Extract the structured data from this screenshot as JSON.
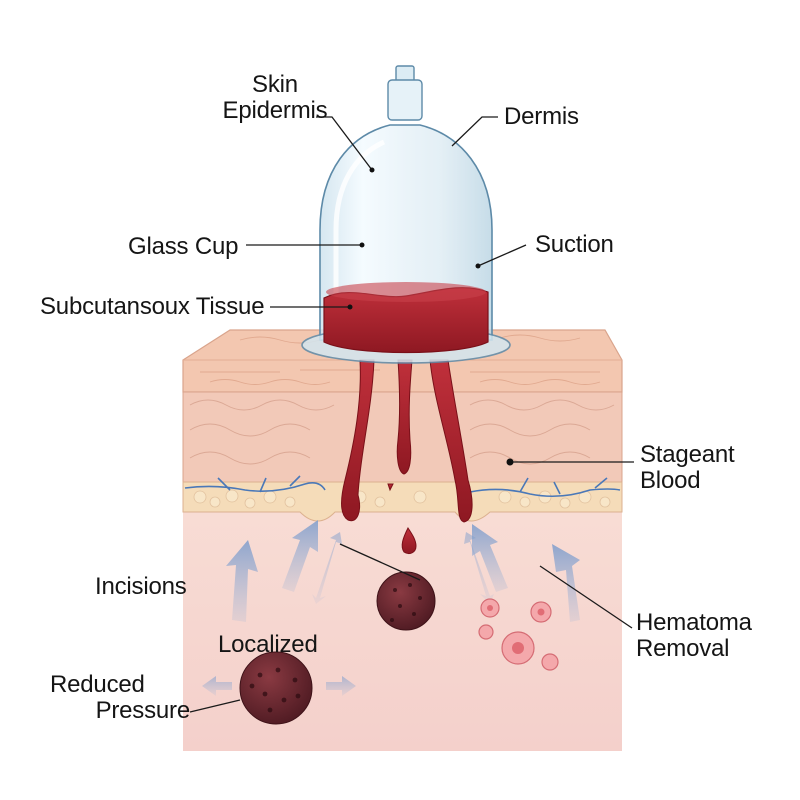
{
  "labels": {
    "skin": "Skin",
    "epidermis": "Epidermis",
    "dermis": "Dermis",
    "glass_cup": "Glass Cup",
    "suction": "Suction",
    "subcutaneous": "Subcutansoux Tissue",
    "stagnant_line1": "Stageant",
    "stagnant_line2": "Blood",
    "incisions": "Incisions",
    "localized": "Localized",
    "reduced_line1": "Reduced",
    "reduced_line2": "Pressure",
    "hematoma_line1": "Hematoma",
    "hematoma_line2": "Removal"
  },
  "colors": {
    "blood": "#a51f2b",
    "skin_top": "#f3cdb6",
    "fat": "#f4dcb8",
    "deep_tissue": "#f6d4cf",
    "vessel": "#4a78b8",
    "glass": "#dcecf4"
  }
}
